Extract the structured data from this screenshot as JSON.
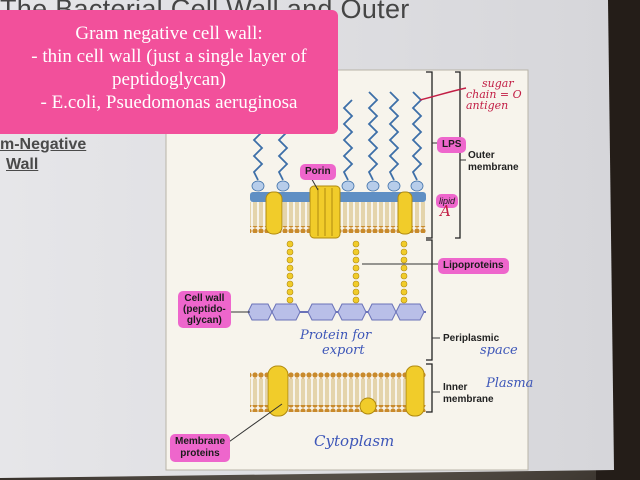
{
  "slide": {
    "heading": "The Bacterial Cell Wall and Outer",
    "subheading_line1": "m-Negative",
    "subheading_line2": "Wall"
  },
  "callout": {
    "line1": "Gram negative cell wall:",
    "line2": "- thin cell wall (just a single layer of",
    "line3": "peptidoglycan)",
    "line4": "- E.coli, Psuedomonas aeruginosa"
  },
  "diagram": {
    "tags": {
      "porin": "Porin",
      "lps": "LPS",
      "lipid": "lipid",
      "lipoproteins": "Lipoproteins",
      "cell_wall_1": "Cell wall",
      "cell_wall_2": "(peptido-",
      "cell_wall_3": "glycan)",
      "membrane_proteins_1": "Membrane",
      "membrane_proteins_2": "proteins"
    },
    "labels": {
      "outer_membrane_1": "Outer",
      "outer_membrane_2": "membrane",
      "periplasmic": "Periplasmic",
      "inner_membrane_1": "Inner",
      "inner_membrane_2": "membrane"
    },
    "handwriting": {
      "sugar_1": "sugar",
      "sugar_2": "chain = O",
      "sugar_3": "antigen",
      "lipid_letter": "A",
      "protein_export_1": "Protein for",
      "protein_export_2": "export",
      "space": "space",
      "plasma": "Plasma",
      "cytoplasm": "Cytoplasm"
    }
  },
  "colors": {
    "callout": "#f2509b",
    "tag": "#ee66cc",
    "lipid_head": "#c98a2c",
    "protein": "#f1cc2a",
    "lps_chain": "#3d6fa8",
    "peptidoglycan": "#b9bfe8"
  }
}
